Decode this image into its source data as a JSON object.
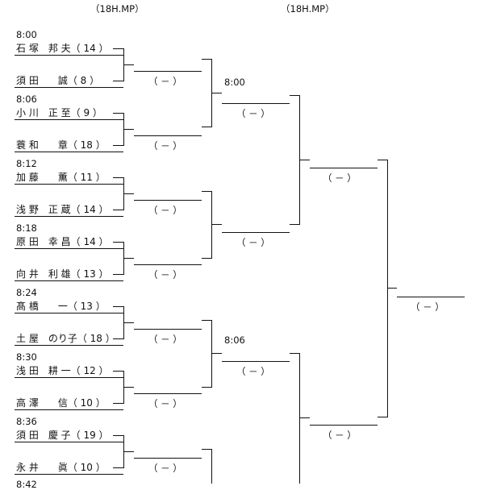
{
  "headers": [
    "（18H.MP）",
    "（18H.MP）"
  ],
  "matches": [
    {
      "time": "8:00",
      "players": [
        "石 塚　邦 夫（ 14 ）",
        "須 田　　誠（ 8 ）"
      ]
    },
    {
      "time": "8:06",
      "players": [
        "小 川　正 至（ 9 ）",
        "蓑 和　　章（ 18 ）"
      ]
    },
    {
      "time": "8:12",
      "players": [
        "加 藤　　薫（ 11 ）",
        "浅 野　正 蔵（ 14 ）"
      ]
    },
    {
      "time": "8:18",
      "players": [
        "原 田　幸 昌（ 14 ）",
        "向 井　利 雄（ 13 ）"
      ]
    },
    {
      "time": "8:24",
      "players": [
        "髙 橋　　一（ 13 ）",
        "土 屋　のり子（ 18 ）"
      ]
    },
    {
      "time": "8:30",
      "players": [
        "浅 田　耕 一（ 12 ）",
        "高 澤　　信（ 10 ）"
      ]
    },
    {
      "time": "8:36",
      "players": [
        "須 田　慶 子（ 19 ）",
        "永 井　　眞（ 10 ）"
      ]
    },
    {
      "time": "8:42",
      "players": []
    }
  ],
  "round2_times": [
    "8:00",
    "8:06"
  ],
  "score_placeholder": "（ － ）"
}
